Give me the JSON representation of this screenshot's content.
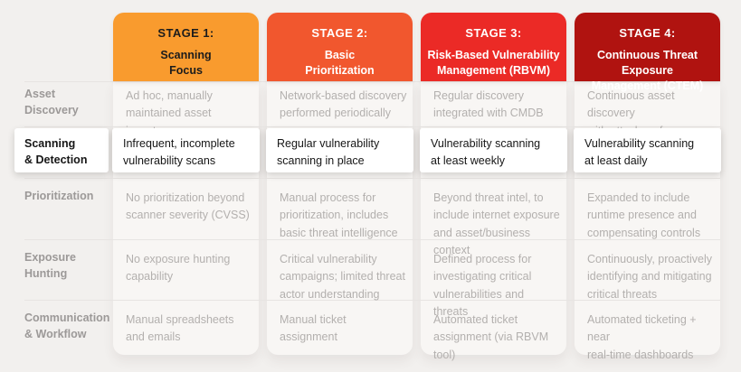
{
  "colors": {
    "page_bg": "#F2F0EE",
    "column_bg": "#F8F6F4",
    "divider": "#E7E4E2",
    "muted_text": "#B3B0AE",
    "label_text": "#9C9998",
    "highlight_bg": "#FFFFFF",
    "highlight_text": "#161616"
  },
  "stages": [
    {
      "name": "STAGE 1:",
      "subtitle": "Scanning\nFocus",
      "color": "#F99B2E",
      "text_color": "#1C1C1C"
    },
    {
      "name": "STAGE 2:",
      "subtitle": "Basic\nPrioritization",
      "color": "#F1572E",
      "text_color": "#FFFFFF"
    },
    {
      "name": "STAGE 3:",
      "subtitle": "Risk-Based Vulnerability\nManagement (RBVM)",
      "color": "#EB2A26",
      "text_color": "#FFFFFF"
    },
    {
      "name": "STAGE 4:",
      "subtitle": "Continuous Threat Exposure\nManagement (CTEM)",
      "color": "#B01310",
      "text_color": "#FFFFFF"
    }
  ],
  "rows": [
    {
      "label": "Asset\nDiscovery",
      "highlighted": false,
      "cells": [
        "Ad hoc, manually\nmaintained asset inventory",
        "Network-based discovery\nperformed periodically",
        "Regular discovery\nintegrated with CMDB",
        "Continuous asset discovery\nwith attack surface visibility"
      ]
    },
    {
      "label": "Scanning\n& Detection",
      "highlighted": true,
      "cells": [
        "Infrequent, incomplete\nvulnerability scans",
        "Regular vulnerability\nscanning in place",
        "Vulnerability scanning\nat least weekly",
        "Vulnerability scanning\nat least daily"
      ]
    },
    {
      "label": "Prioritization",
      "highlighted": false,
      "cells": [
        "No prioritization beyond\nscanner severity (CVSS)",
        "Manual process for\nprioritization, includes\nbasic threat intelligence",
        "Beyond threat intel, to\ninclude internet exposure\nand asset/business context",
        "Expanded to include\nruntime presence and\ncompensating controls"
      ]
    },
    {
      "label": "Exposure\nHunting",
      "highlighted": false,
      "cells": [
        "No exposure hunting\ncapability",
        "Critical vulnerability\ncampaigns; limited threat\nactor understanding",
        "Defined process for\ninvestigating critical\nvulnerabilities and threats",
        "Continuously, proactively\nidentifying and mitigating\ncritical threats"
      ]
    },
    {
      "label": "Communication\n& Workflow",
      "highlighted": false,
      "cells": [
        "Manual spreadsheets\nand emails",
        "Manual ticket assignment",
        "Automated ticket\nassignment (via RBVM tool)",
        "Automated ticketing + near\nreal-time dashboards"
      ]
    }
  ]
}
